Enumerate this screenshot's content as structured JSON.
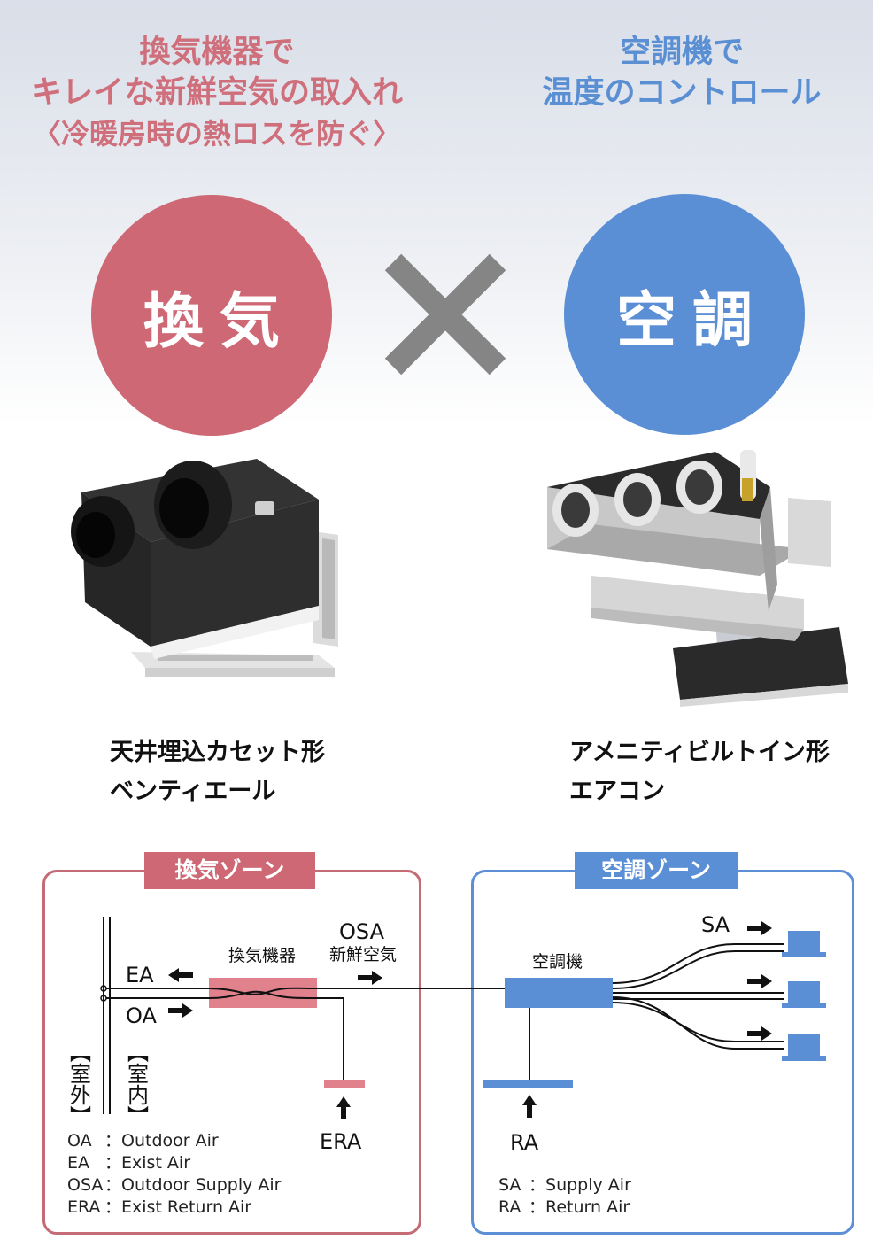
{
  "headline_left": {
    "line1": "換気機器で",
    "line2": "キレイな新鮮空気の取入れ",
    "line3": "〈冷暖房時の熱ロスを防ぐ〉"
  },
  "headline_right": {
    "line1": "空調機で",
    "line2": "温度のコントロール"
  },
  "circle_left": {
    "label": "換気",
    "color": "#cd6874"
  },
  "circle_right": {
    "label": "空調",
    "color": "#5b8fd5"
  },
  "times_symbol": "×",
  "product_left": {
    "line1": "天井埋込カセット形",
    "line2": "ベンティエール"
  },
  "product_right": {
    "line1": "アメニティビルトイン形",
    "line2": "エアコン"
  },
  "zone_left": {
    "title": "換気ゾーン",
    "device": "換気機器",
    "osa": "OSA",
    "osa_jp": "新鮮空気",
    "ea": "EA",
    "oa": "OA",
    "era": "ERA",
    "outdoor": "【室外】",
    "indoor": "【室内】",
    "legend": [
      {
        "key": "OA",
        "sep": "：",
        "text": "Outdoor Air"
      },
      {
        "key": "EA",
        "sep": "：",
        "text": "Exist Air"
      },
      {
        "key": "OSA",
        "sep": "：",
        "text": "Outdoor Supply Air"
      },
      {
        "key": "ERA",
        "sep": "：",
        "text": "Exist Return Air"
      }
    ]
  },
  "zone_right": {
    "title": "空調ゾーン",
    "device": "空調機",
    "sa": "SA",
    "ra": "RA",
    "legend": [
      {
        "key": "SA",
        "sep": "：",
        "text": "Supply Air"
      },
      {
        "key": "RA",
        "sep": "：",
        "text": "Return Air"
      }
    ]
  },
  "colors": {
    "vent": "#e0818c",
    "ac": "#5b8fd5",
    "vent_border": "#c46b76",
    "ac_border": "#5c8fd6"
  }
}
